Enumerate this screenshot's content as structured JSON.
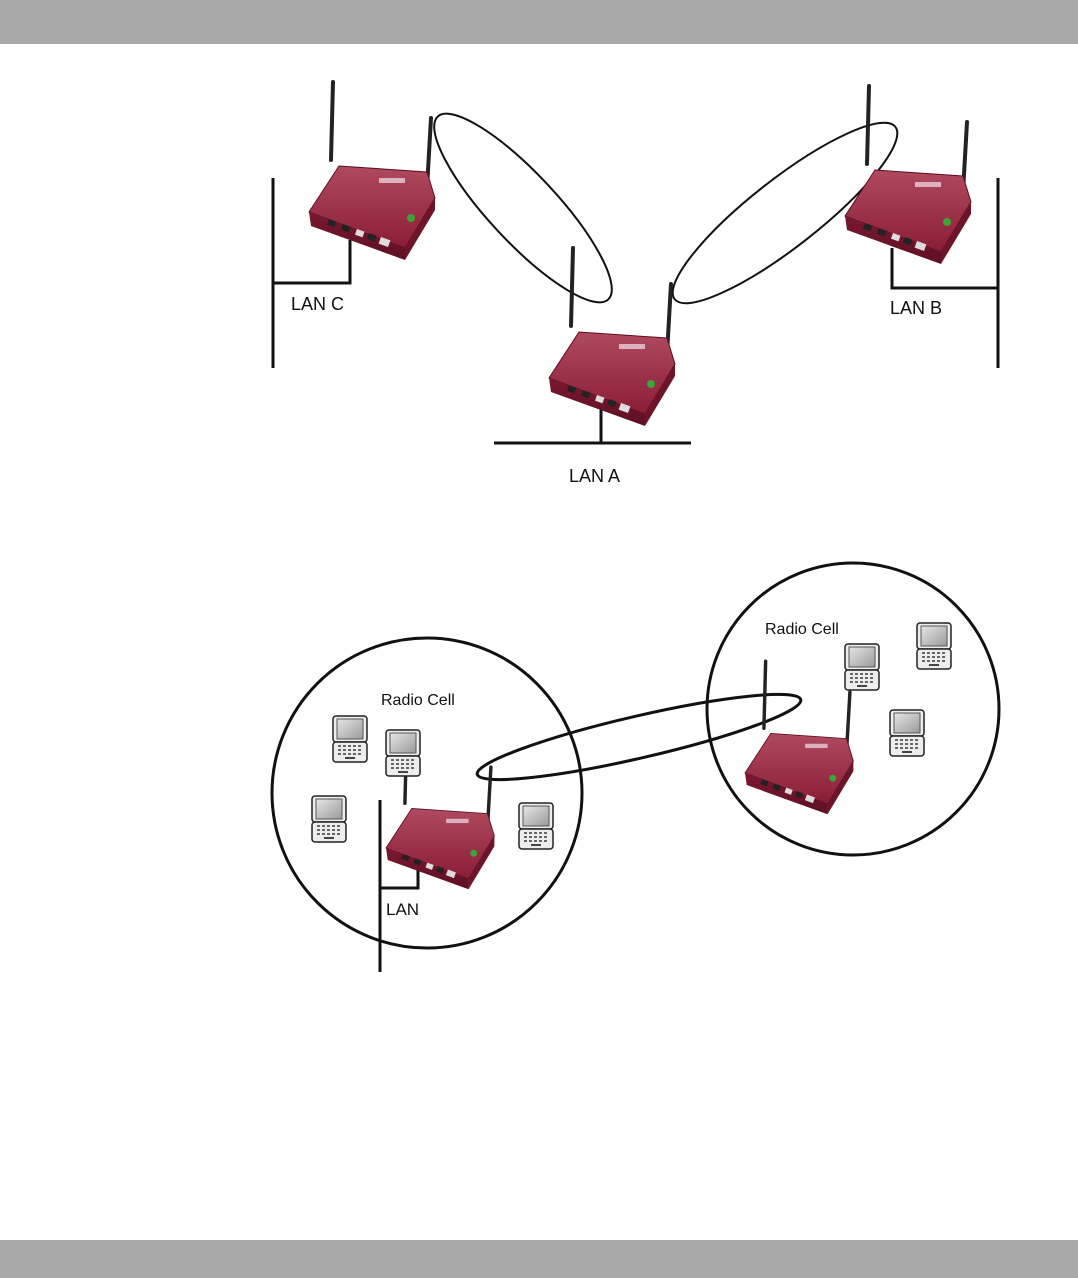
{
  "colors": {
    "header_bar": "#a8a8a8",
    "router_body": "#8a1d36",
    "router_led": "#3aa63a",
    "line": "#111111"
  },
  "diagram1": {
    "labels": {
      "lan_c": "LAN C",
      "lan_b": "LAN B",
      "lan_a": "LAN A"
    }
  },
  "diagram2": {
    "labels": {
      "radio_cell_left": "Radio Cell",
      "radio_cell_right": "Radio Cell",
      "lan": "LAN"
    }
  },
  "icons": {
    "router": "wireless-router-icon",
    "laptop": "laptop-icon"
  }
}
